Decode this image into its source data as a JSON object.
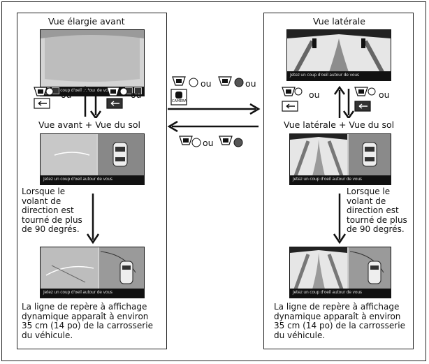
{
  "left": {
    "title": "Vue élargie avant",
    "middle_label": "Vue avant + Vue du sol",
    "steering_note": [
      "Lorsque le",
      "volant de",
      "direction est",
      "tourné de plus",
      "de 90 degrés."
    ],
    "guideline_note": [
      "La ligne de repère à affichage",
      "dynamique apparaît à environ",
      "35 cm (14 po) de la carrosserie",
      "du véhicule."
    ],
    "screen_message": "Jetez un coup d'oeil autour de vous",
    "ou_left": "ou",
    "ou_right": "ou"
  },
  "right": {
    "title": "Vue latérale",
    "middle_label": "Vue latérale + Vue du sol",
    "steering_note": [
      "Lorsque le",
      "volant de",
      "direction est",
      "tourné de plus",
      "de 90 degrés."
    ],
    "guideline_note": [
      "La ligne de repère à affichage",
      "dynamique apparaît à environ",
      "35 cm (14 po) de la carrosserie",
      "du véhicule."
    ],
    "screen_message": "Jetez un coup d'oeil autour de vous",
    "ou_left": "ou",
    "ou_right": "ou"
  },
  "center": {
    "top_ou_1": "ou",
    "top_ou_2": "ou",
    "camera_label": "CAMERA",
    "bottom_ou": "ou"
  },
  "icons": [
    "steering-switch-icon",
    "camera-button-icon",
    "view-toggle-icon",
    "top-view-car-icon",
    "arrow-right-icon",
    "arrow-left-icon",
    "arrow-down-icon"
  ]
}
